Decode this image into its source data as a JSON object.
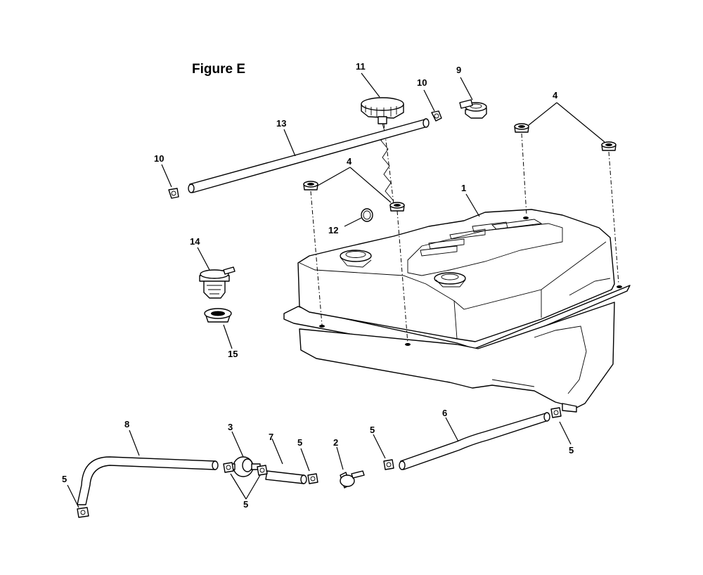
{
  "figure": {
    "title": "Figure E"
  },
  "callouts": {
    "c1": "1",
    "c2": "2",
    "c3": "3",
    "c4_top": "4",
    "c4_mid": "4",
    "c5_left": "5",
    "c5_bottom": "5",
    "c5_mid": "5",
    "c5_right": "5",
    "c6": "6",
    "c7": "7",
    "c8": "8",
    "c9": "9",
    "c10_top": "10",
    "c10_left": "10",
    "c11": "11",
    "c12": "12",
    "c13": "13",
    "c14": "14",
    "c15": "15"
  }
}
